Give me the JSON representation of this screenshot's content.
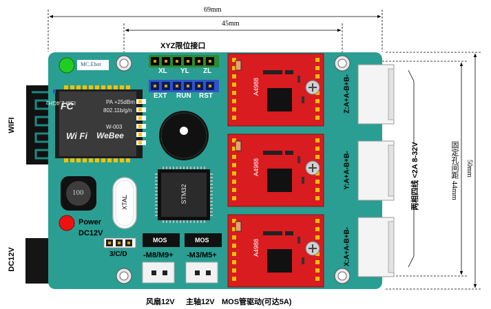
{
  "dimensions": {
    "width_total": "69mm",
    "width_holes": "45mm",
    "height_total": "50mm",
    "hole_spacing_vertical": "固定孔间距 44mm"
  },
  "headers": {
    "limit_ports": "XYZ限位接口"
  },
  "board": {
    "logo": "MC.Ebot",
    "limit_pins": [
      "XL",
      "YL",
      "ZL"
    ],
    "control_pins": [
      "EXT",
      "RUN",
      "RST"
    ],
    "mcu": "STM32",
    "crystal": "XTAL",
    "inductor": "100",
    "power_led": "Power",
    "power_input": "DC12V",
    "aux_header": "3/C/D",
    "mos_label_1": "MOS",
    "mos_label_2": "MOS",
    "fan_connector": "-M8/M9+",
    "spindle_connector": "-M3/M5+",
    "drivers": [
      "A4988",
      "A4988",
      "A4988"
    ],
    "motor_ports": [
      "Z:A+A-B+B-",
      "Y:A+A-B+B-",
      "X:A+A-B+B-"
    ]
  },
  "wifi_module": {
    "brand": "WeBee",
    "wifi_logo": "Wi Fi",
    "model": "W-003",
    "specs": [
      "ISM 2.4GHz",
      "PA +25dBm",
      "802.11b/g/n"
    ],
    "fc_mark": "FC"
  },
  "side_labels": {
    "wifi": "WIFI",
    "dc12v": "DC12V",
    "motor_spec": "两相四线 <2A 8-32V"
  },
  "bottom_note": {
    "fan": "风扇12V",
    "spindle": "主轴12V",
    "mos": "MOS管驱动(可达5A)"
  },
  "colors": {
    "pcb": "#2a9e93",
    "driver": "#d81c20",
    "header_green": "#2c8a2c",
    "header_blue": "#2f55c8",
    "led_green": "#22cc22",
    "led_red": "#ee1111"
  }
}
